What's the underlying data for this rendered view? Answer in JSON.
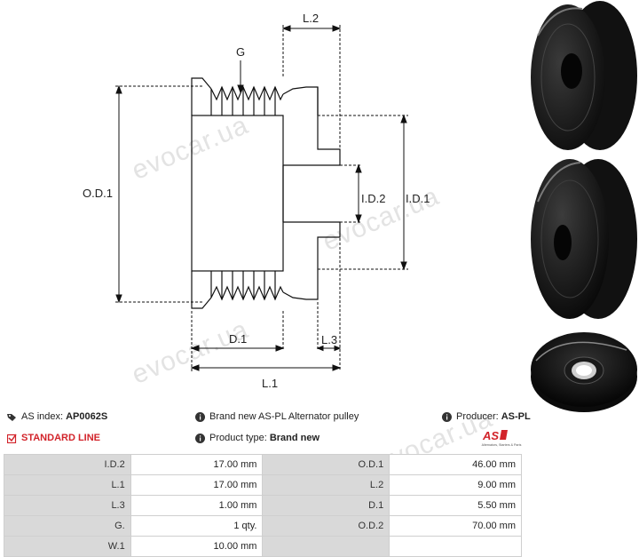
{
  "diagram": {
    "labels": {
      "l2": "L.2",
      "g": "G",
      "od1": "O.D.1",
      "id2": "I.D.2",
      "id1": "I.D.1",
      "d1": "D.1",
      "l3": "L.3",
      "l1": "L.1"
    }
  },
  "watermark": "evocar.ua",
  "info": {
    "as_index_label": "AS index:",
    "as_index_value": "AP0062S",
    "line_label": "STANDARD LINE",
    "description": "Brand new AS-PL Alternator pulley",
    "product_type_label": "Product type:",
    "product_type_value": "Brand new",
    "producer_label": "Producer:",
    "producer_value": "AS-PL"
  },
  "logo": {
    "text": "AS",
    "tagline": "Alternators, Starters & Parts"
  },
  "specs": [
    {
      "l1": "I.D.2",
      "v1": "17.00 mm",
      "l2": "O.D.1",
      "v2": "46.00 mm"
    },
    {
      "l1": "L.1",
      "v1": "17.00 mm",
      "l2": "L.2",
      "v2": "9.00 mm"
    },
    {
      "l1": "L.3",
      "v1": "1.00 mm",
      "l2": "D.1",
      "v2": "5.50 mm"
    },
    {
      "l1": "G.",
      "v1": "1 qty.",
      "l2": "O.D.2",
      "v2": "70.00 mm"
    },
    {
      "l1": "W.1",
      "v1": "10.00 mm",
      "l2": "",
      "v2": ""
    }
  ],
  "colors": {
    "accent_red": "#d2232a",
    "label_cell": "#d9d9d9"
  }
}
